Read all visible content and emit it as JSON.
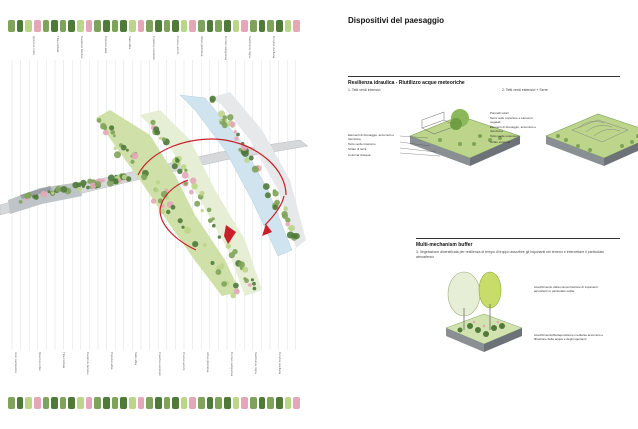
{
  "page": {
    "title": "Dispositivi del paesaggio"
  },
  "section1": {
    "title": "Resilienza idraulica - Riutilizzo acque meteoriche",
    "items": [
      {
        "label": "1. Tetti verdi intensivi",
        "annotations": [
          "Elementi di drenaggio, accumulo e ritenzione",
          "Tetto verde intensivo",
          "Strato di terra",
          "Colonna d'acqua"
        ]
      },
      {
        "label": "2. Tetti verdi estensivi + Serre",
        "annotations": [
          "Pannelli solari",
          "Serre sulle coperture e elementi vegetali",
          "Elementi di drenaggio, accumulo e ritenzione",
          "Tetto verde estensivo",
          "Strato vegetale"
        ]
      }
    ]
  },
  "section2": {
    "title": "Multi-mechanism buffer",
    "description": "3. Vegetazione diversificata per resilienza di tempo di troppo assorbire gli inquinanti nel terreno e intercettare il particolato atmosferico",
    "annotations": [
      "Assorbimento della concentrazione di inquinanti atmosferici e particolato sottile",
      "Assorbimento/fitodepurazione mediante accumulo e filtrazione delle acque e degli inquinanti"
    ]
  },
  "species_labels": [
    "Acer campestre",
    "Quercus robur",
    "Tilia cordata",
    "Carpinus betulus",
    "Populus alba",
    "Salix alba",
    "Fraxinus excelsior",
    "Prunus avium",
    "Alnus glutinosa",
    "Cornus sanguinea",
    "Sambucus nigra",
    "Corylus avellana"
  ],
  "colors": {
    "tree_green": "#7fa35a",
    "dark_green": "#4f7a3a",
    "light_green": "#bcd58a",
    "path_red": "#c8202a",
    "water_blue": "#cfe4ee",
    "road_grey": "#d6d8da",
    "pink_flower": "#e5a6b8"
  }
}
